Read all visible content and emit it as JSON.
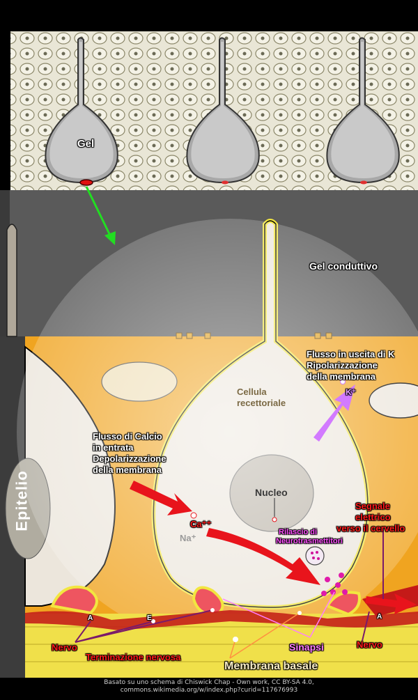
{
  "labels": {
    "gel": "Gel",
    "gel_conduttivo": "Gel conduttivo",
    "epitelio": "Epitelio",
    "flusso_k_1": "Flusso  in uscita di K",
    "flusso_k_2": "Ripolarizzazione",
    "flusso_k_3": "della membrana",
    "k_ion": "K⁺",
    "cellula_1": "Cellula",
    "cellula_2": "recettoriale",
    "flusso_ca_1": "Flusso di Calcio",
    "flusso_ca_2": "in entrata",
    "flusso_ca_3": "Depolarizzazione",
    "flusso_ca_4": "della membrana",
    "nucleo": "Nucleo",
    "ca_ion": "Ca⁺⁺",
    "na_ion": "Na⁺",
    "rilascio_1": "Rilascio di",
    "rilascio_2": "Neurotrasmettitori",
    "segnale_1": "Segnale",
    "segnale_2": "elettrico",
    "segnale_3": "verso il cervello",
    "nervo_left": "Nervo",
    "nervo_right": "Nervo",
    "terminazione": "Terminazione nervosa",
    "sinapsi": "Sinapsi",
    "membrana": "Membrana basale",
    "mark_a_left": "A",
    "mark_e": "E",
    "mark_a_right": "A"
  },
  "credit": {
    "line1": "Basato su uno schema di Chiswick Chap - Own work, CC BY-SA 4.0,",
    "line2": "commons.wikimedia.org/w/index.php?curid=117676993"
  },
  "colors": {
    "tissue_orange": "#f0a420",
    "membrane_yellow": "#f2e640",
    "cell_body": "#ece6dc",
    "gel_grey": "#d8d8d8",
    "arrow_red": "#e8141c",
    "arrow_violet": "#d27aff",
    "arrow_green": "#22dd22"
  }
}
